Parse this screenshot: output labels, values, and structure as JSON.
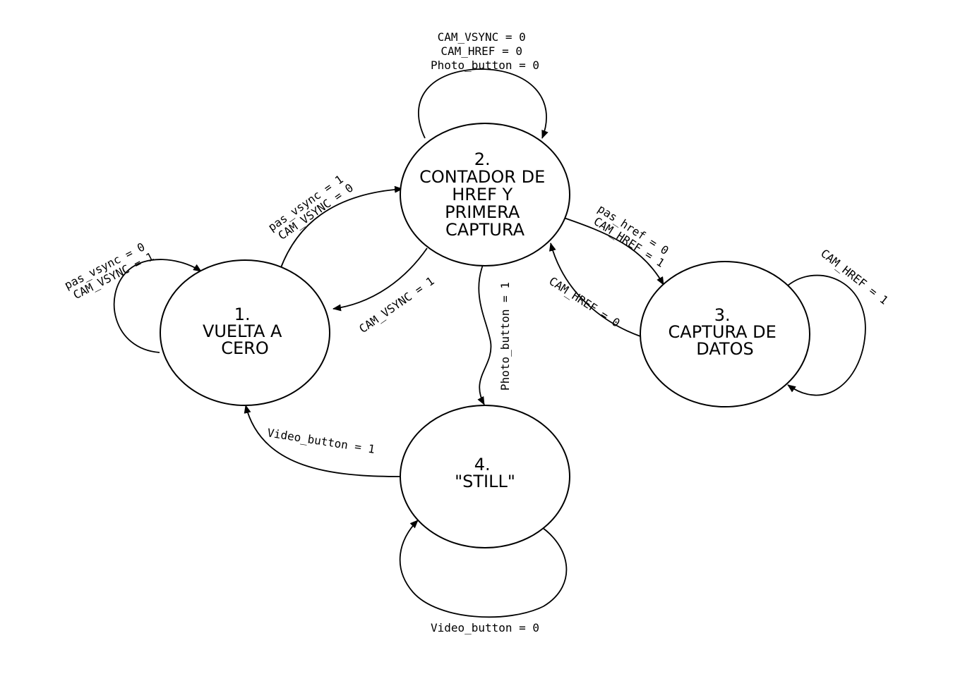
{
  "states": {
    "s1": [
      "1.",
      "VUELTA A",
      "CERO"
    ],
    "s2": [
      "2.",
      "CONTADOR DE",
      "HREF Y",
      "PRIMERA",
      "CAPTURA"
    ],
    "s3": [
      "3.",
      "CAPTURA DE",
      "DATOS"
    ],
    "s4": [
      "4.",
      "\"STILL\""
    ]
  },
  "transitions": {
    "s2_self": [
      "CAM_VSYNC = 0",
      "CAM_HREF = 0",
      "Photo_button = 0"
    ],
    "s1_self": [
      "pas_vsync = 0",
      "CAM_VSYNC = 1"
    ],
    "s1_to_s2": [
      "pas_vsync = 1",
      "CAM_VSYNC = 0"
    ],
    "s2_to_s1": [
      "CAM_VSYNC = 1"
    ],
    "s2_to_s4": [
      "Photo_button = 1"
    ],
    "s2_to_s3": [
      "pas_href = 0",
      "CAM_HREF = 1"
    ],
    "s3_to_s2": [
      "CAM_HREF = 0"
    ],
    "s3_self": [
      "CAM_HREF = 1"
    ],
    "s4_to_s1": [
      "Video_button = 1"
    ],
    "s4_self": [
      "Video_button = 0"
    ]
  },
  "colors": {
    "stroke": "#000000",
    "background": "#ffffff"
  }
}
